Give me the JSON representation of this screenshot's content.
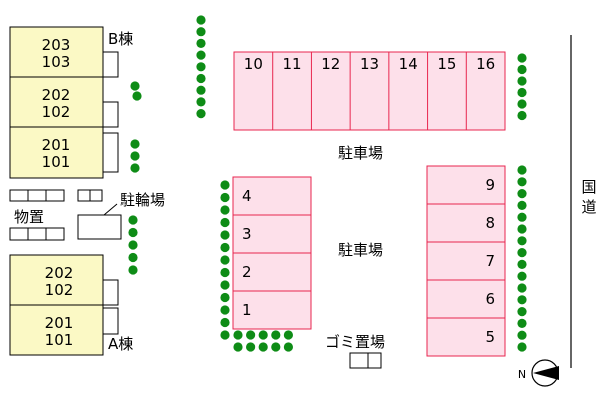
{
  "buildings": {
    "b": {
      "label": "B棟",
      "units": [
        {
          "upper": "203",
          "lower": "103"
        },
        {
          "upper": "202",
          "lower": "102"
        },
        {
          "upper": "201",
          "lower": "101"
        }
      ]
    },
    "a": {
      "label": "A棟",
      "units": [
        {
          "upper": "202",
          "lower": "102"
        },
        {
          "upper": "201",
          "lower": "101"
        }
      ]
    }
  },
  "facilities": {
    "storage": "物置",
    "bicycle_parking": "駐輪場",
    "garbage": "ゴミ置場",
    "national_road": "国道"
  },
  "parking": {
    "label": "駐車場",
    "top_row": [
      "10",
      "11",
      "12",
      "13",
      "14",
      "15",
      "16"
    ],
    "middle_column": [
      "4",
      "3",
      "2",
      "1"
    ],
    "right_column": [
      "9",
      "8",
      "7",
      "6",
      "5"
    ]
  },
  "compass": {
    "label": "N"
  },
  "colors": {
    "building_fill": "#fbf9c5",
    "parking_fill": "#fde0ea",
    "parking_stroke": "#e8264f",
    "tree": "#0e8c16",
    "line": "#000000"
  }
}
